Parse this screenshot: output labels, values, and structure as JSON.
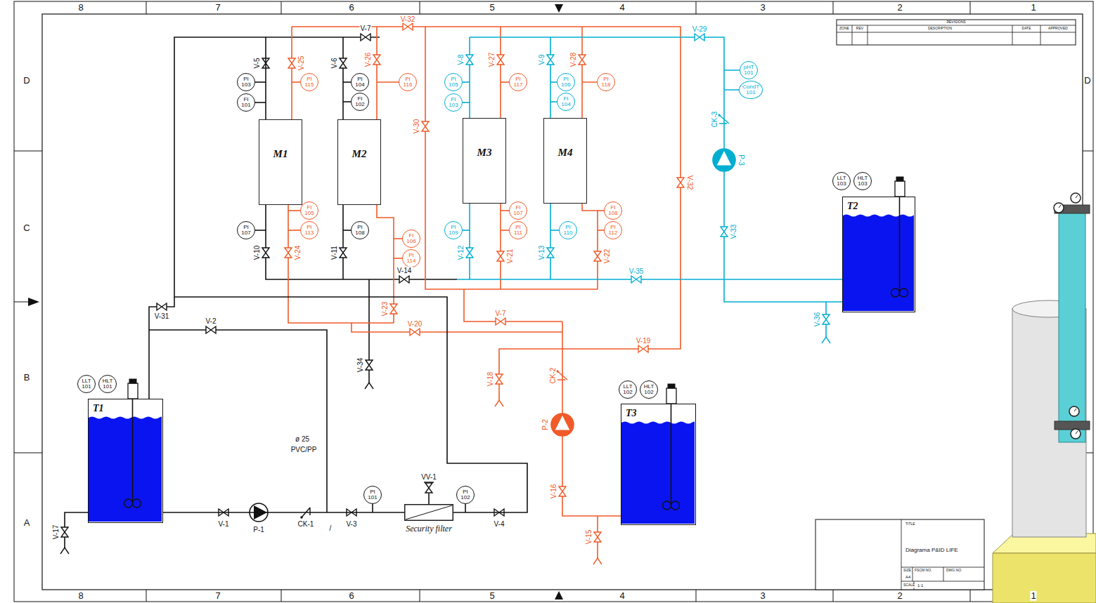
{
  "diagram": {
    "nodes": [
      {
        "text": [
          "PI 103"
        ]
      },
      {
        "text": [
          "PI 115"
        ]
      },
      {
        "text": [
          "PI 104"
        ]
      },
      {
        "text": [
          "PI 116"
        ]
      },
      {
        "text": [
          "PI 105"
        ]
      },
      {
        "text": [
          "PI 117"
        ]
      },
      {
        "text": [
          "PI 106"
        ]
      },
      {
        "text": [
          "PI 118"
        ]
      },
      {
        "text": [
          "pHT 101"
        ]
      },
      {
        "text": [
          "FI 101"
        ]
      },
      {
        "text": [
          "FI 102"
        ]
      },
      {
        "text": [
          "FI 103"
        ]
      },
      {
        "text": [
          "FI 104"
        ]
      },
      {
        "text": [
          "CondT 101"
        ]
      },
      {
        "text": [
          "M1"
        ]
      },
      {
        "text": [
          "M2"
        ]
      },
      {
        "text": [
          "M3"
        ]
      },
      {
        "text": [
          "M4"
        ]
      },
      {
        "text": [
          "LLT 103"
        ]
      },
      {
        "text": [
          "HLT 103"
        ]
      },
      {
        "text": [
          "T2"
        ]
      },
      {
        "text": [
          "FI 105"
        ]
      },
      {
        "text": [
          "FI 106"
        ]
      },
      {
        "text": [
          "FI 107"
        ]
      },
      {
        "text": [
          "FI 108"
        ]
      },
      {
        "text": [
          "PI 107"
        ]
      },
      {
        "text": [
          "PI 113"
        ]
      },
      {
        "text": [
          "PI 108"
        ]
      },
      {
        "text": [
          "PI 114"
        ]
      },
      {
        "text": [
          "PI 109"
        ]
      },
      {
        "text": [
          "PI 111"
        ]
      },
      {
        "text": [
          "PI 110"
        ]
      },
      {
        "text": [
          "PI 112"
        ]
      },
      {
        "text": [
          "LLT 101"
        ]
      },
      {
        "text": [
          "HLT 101"
        ]
      },
      {
        "text": [
          "T1"
        ]
      },
      {
        "text": [
          "LLT 102"
        ]
      },
      {
        "text": [
          "HLT 102"
        ]
      },
      {
        "text": [
          "T3"
        ]
      },
      {
        "text": [
          "PI 101"
        ]
      },
      {
        "text": [
          "Security filter"
        ]
      },
      {
        "text": [
          "PI 102"
        ]
      }
    ],
    "edges": [
      {
        "from": 35,
        "to": 40,
        "arrow": "none"
      },
      {
        "from": 40,
        "to": 14,
        "arrow": "none"
      }
    ],
    "labels": [
      "8",
      "7",
      "6",
      "5",
      "4",
      "3",
      "2",
      "1",
      "8",
      "7",
      "6",
      "5",
      "4",
      "3",
      "2",
      "1",
      "D",
      "C",
      "B",
      "A",
      "D",
      "V-5",
      "V-6",
      "V-7",
      "V-10",
      "V-11",
      "V-14",
      "V-31",
      "V-2",
      "V-34",
      "V-1",
      "V-3",
      "V-4",
      "V-17",
      "V-25",
      "V-26",
      "V-32",
      "V-27",
      "V-28",
      "V-30",
      "V-32",
      "V-24",
      "V-23",
      "V-21",
      "V-22",
      "V-20",
      "V-7",
      "V-19",
      "V-18",
      "V-16",
      "V-15",
      "V-8",
      "V-9",
      "V-29",
      "V-12",
      "V-13",
      "V-35",
      "V-33",
      "V-36",
      "P-1",
      "CK-1",
      "P-2",
      "CK-2",
      "P-3",
      "CK-3",
      "VV-1",
      "ø 25",
      "PVC/PP",
      "/",
      "TITLE",
      "Diagrama P&ID LIFE",
      "SIZE",
      "FSCM NO.",
      "DWG NO.",
      "A4",
      "SCALE",
      "1:1",
      "REVISIONS",
      "ZONE",
      "REV",
      "DESCRIPTION",
      "DATE",
      "APPROVED"
    ]
  }
}
